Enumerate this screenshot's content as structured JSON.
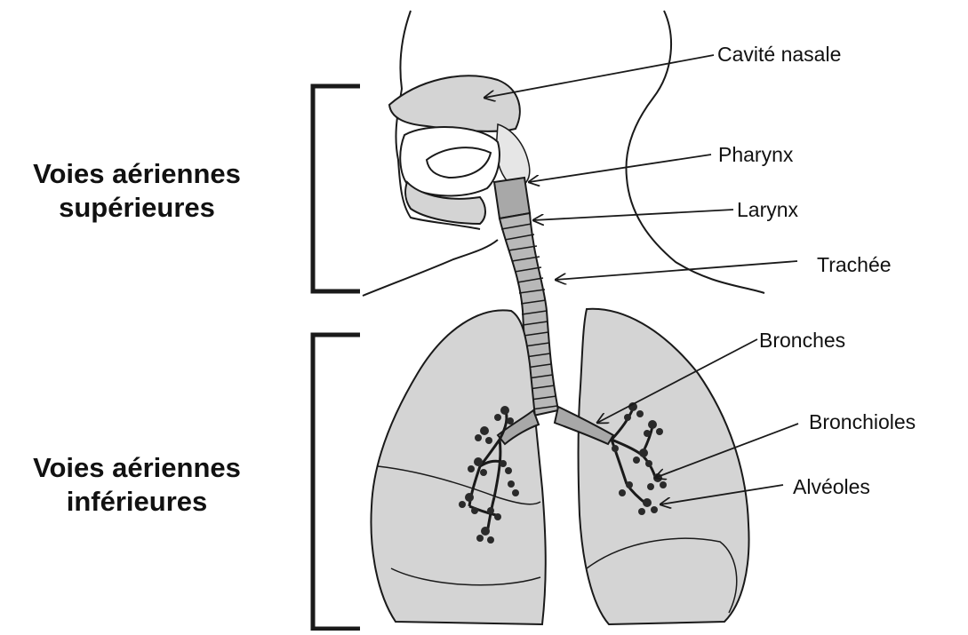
{
  "diagram": {
    "groups": {
      "upper": {
        "line1": "Voies aériennes",
        "line2": "supérieures"
      },
      "lower": {
        "line1": "Voies aériennes",
        "line2": "inférieures"
      }
    },
    "parts": {
      "nasal_cavity": "Cavité nasale",
      "pharynx": "Pharynx",
      "larynx": "Larynx",
      "trachea": "Trachée",
      "bronchi": "Bronches",
      "bronchioles": "Bronchioles",
      "alveoli": "Alvéoles"
    },
    "colors": {
      "fill": "#d4d4d4",
      "stroke": "#1a1a1a",
      "background": "#ffffff"
    }
  }
}
